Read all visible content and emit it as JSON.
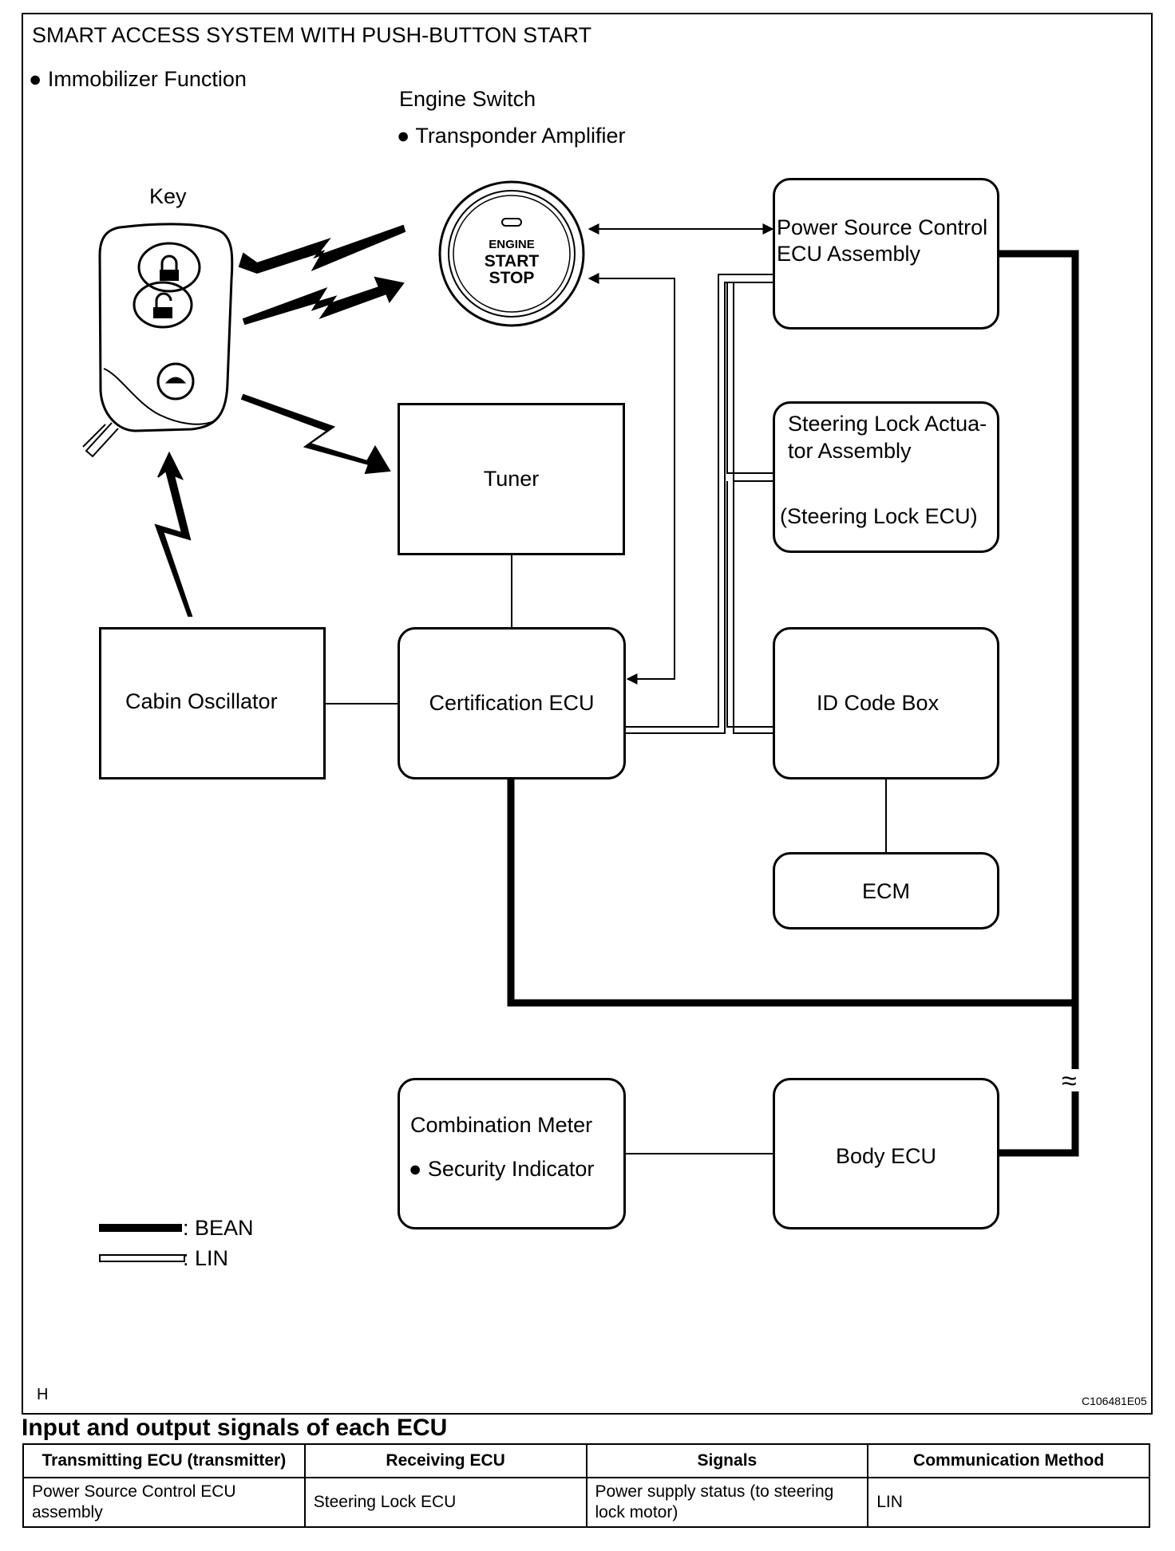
{
  "diagram": {
    "title": "SMART ACCESS SYSTEM WITH PUSH-BUTTON START",
    "function_bullet": "Immobilizer Function",
    "engine_switch": {
      "label": "Engine Switch",
      "sub_bullet": "Transponder Amplifier",
      "button_text": [
        "ENGINE",
        "START",
        "STOP"
      ]
    },
    "key_label": "Key",
    "key_fob_icon": "smart-key-fob-icon",
    "boxes": {
      "power_source_ecu": [
        "Power Source Control",
        "ECU Assembly"
      ],
      "steering_lock": [
        "Steering Lock Actua-",
        "tor Assembly",
        "(Steering Lock ECU)"
      ],
      "tuner": "Tuner",
      "cabin_oscillator": "Cabin Oscillator",
      "certification_ecu": "Certification ECU",
      "id_code_box": "ID Code Box",
      "ecm": "ECM",
      "combination_meter": [
        "Combination Meter",
        "Security Indicator"
      ],
      "body_ecu": "Body ECU"
    },
    "legend": [
      {
        "label": ": BEAN",
        "style": "thick-solid"
      },
      {
        "label": ": LIN",
        "style": "double-line"
      }
    ],
    "break_symbol": "≈",
    "footer_left": "H",
    "footer_right": "C106481E05"
  },
  "signals_table": {
    "section_title": "Input and output signals of each ECU",
    "headers": [
      "Transmitting ECU (transmitter)",
      "Receiving ECU",
      "Signals",
      "Communication Method"
    ],
    "rows": [
      [
        "Power Source Control ECU assembly",
        "Steering Lock ECU",
        "Power supply status (to steering lock motor)",
        "LIN"
      ]
    ]
  }
}
